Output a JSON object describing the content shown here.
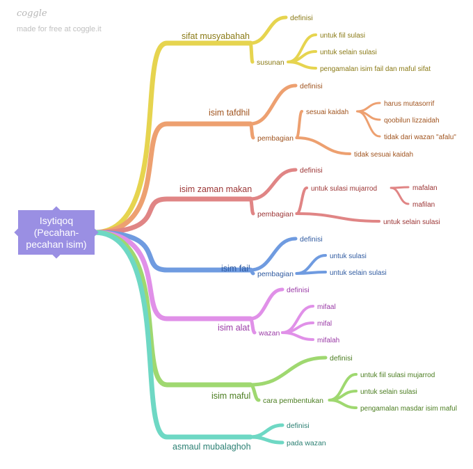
{
  "brand": {
    "logo": "coggle",
    "tagline": "made for free at coggle.it"
  },
  "root": {
    "label": "Isytiqoq\n(Pecahan-\npecahan isim)",
    "color": "#9a8fe3"
  },
  "branches": [
    {
      "label": "sifat musyabahah",
      "color": "#e6d44f",
      "text_color": "#8a7a16",
      "children": [
        {
          "label": "definisi"
        },
        {
          "label": "susunan",
          "children": [
            {
              "label": "untuk fiil sulasi"
            },
            {
              "label": "untuk selain sulasi"
            },
            {
              "label": "pengamalan isim fail dan maful sifat"
            }
          ]
        }
      ]
    },
    {
      "label": "isim tafdhil",
      "color": "#eda070",
      "text_color": "#a0541f",
      "children": [
        {
          "label": "definisi"
        },
        {
          "label": "pembagian",
          "children": [
            {
              "label": "sesuai kaidah",
              "children": [
                {
                  "label": "harus mutasorrif"
                },
                {
                  "label": "qoobilun lizzaidah"
                },
                {
                  "label": "tidak dari wazan \"afalu\""
                }
              ]
            },
            {
              "label": "tidak sesuai kaidah"
            }
          ]
        }
      ]
    },
    {
      "label": "isim zaman makan",
      "color": "#e08585",
      "text_color": "#9b3434",
      "children": [
        {
          "label": "definisi"
        },
        {
          "label": "pembagian",
          "children": [
            {
              "label": "untuk sulasi mujarrod",
              "children": [
                {
                  "label": "mafalan"
                },
                {
                  "label": "mafilan"
                }
              ]
            },
            {
              "label": "untuk selain sulasi"
            }
          ]
        }
      ]
    },
    {
      "label": "isim fail",
      "color": "#6f9be0",
      "text_color": "#2f5aa0",
      "children": [
        {
          "label": "definisi"
        },
        {
          "label": "pembagian",
          "children": [
            {
              "label": "untuk sulasi"
            },
            {
              "label": "untuk selain sulasi"
            }
          ]
        }
      ]
    },
    {
      "label": "isim alat",
      "color": "#e090e8",
      "text_color": "#9a3aa6",
      "children": [
        {
          "label": "definisi"
        },
        {
          "label": "wazan",
          "children": [
            {
              "label": "mifaal"
            },
            {
              "label": "mifal"
            },
            {
              "label": "mifalah"
            }
          ]
        }
      ]
    },
    {
      "label": "isim maful",
      "color": "#9fd870",
      "text_color": "#4b7d20",
      "children": [
        {
          "label": "definisi"
        },
        {
          "label": "cara pembentukan",
          "children": [
            {
              "label": "untuk fiil sulasi mujarrod"
            },
            {
              "label": "untuk selain sulasi"
            },
            {
              "label": "pengamalan masdar isim maful"
            }
          ]
        }
      ]
    },
    {
      "label": "asmaul mubalaghoh",
      "color": "#6ed8c4",
      "text_color": "#2a7f72",
      "children": [
        {
          "label": "definisi"
        },
        {
          "label": "pada wazan"
        }
      ]
    }
  ]
}
